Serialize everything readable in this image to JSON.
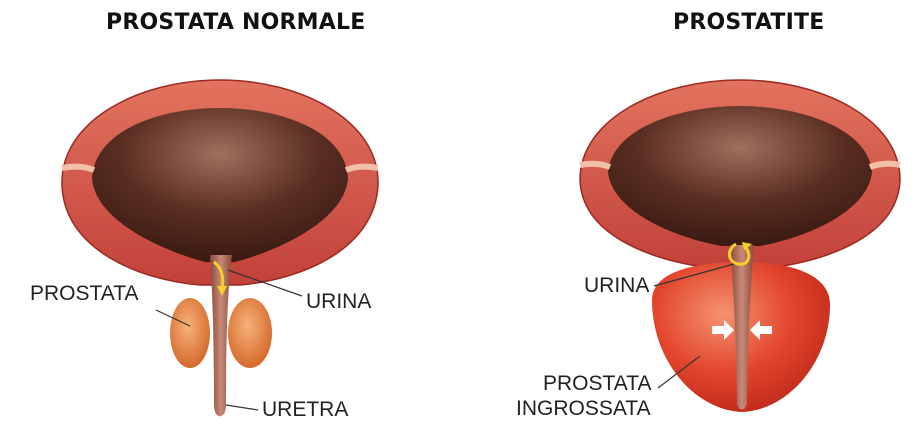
{
  "panels": {
    "normal": {
      "title": "PROSTATA NORMALE",
      "labels": {
        "prostate": "PROSTATA",
        "urine": "URINA",
        "urethra": "URETRA"
      }
    },
    "inflamed": {
      "title": "PROSTATITE",
      "labels": {
        "urine": "URINA",
        "prostate_line1": "PROSTATA",
        "prostate_line2": "INGROSSATA"
      }
    }
  },
  "colors": {
    "bladder_wall": "#d9534a",
    "bladder_inner": "#5a2e22",
    "urethra": "#b07060",
    "prostate_normal": "#e8894a",
    "prostate_enlarged": "#e2452c",
    "urine_arrow": "#f5d02a"
  }
}
